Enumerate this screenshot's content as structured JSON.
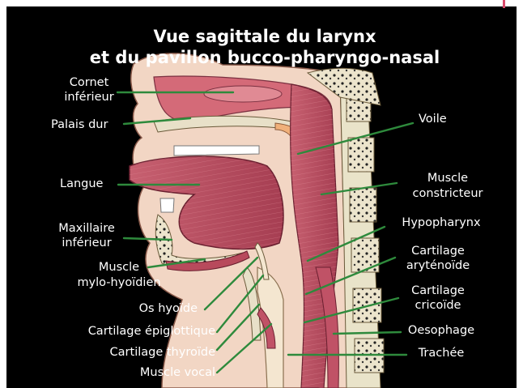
{
  "title": {
    "line1": "Vue sagittale du larynx",
    "line2": "et du pavillon bucco-pharyngo-nasal"
  },
  "labels": {
    "cornet_1": "Cornet",
    "cornet_2": "inférieur",
    "palais": "Palais dur",
    "langue": "Langue",
    "maxillaire_1": "Maxillaire",
    "maxillaire_2": "inférieur",
    "mylo_1": "Muscle",
    "mylo_2": "mylo-hyoïdien",
    "hyoide": "Os hyoïde",
    "epiglottique": "Cartilage épiglottique",
    "thyroide": "Cartilage thyroïde",
    "vocal": "Muscle vocal",
    "voile": "Voile",
    "constricteur_1": "Muscle",
    "constricteur_2": "constricteur",
    "hypopharynx": "Hypopharynx",
    "aryt_1": "Cartilage",
    "aryt_2": "aryténoïde",
    "crico_1": "Cartilage",
    "crico_2": "cricoïde",
    "oesophage": "Oesophage",
    "trachee": "Trachée"
  },
  "colors": {
    "background": "#000000",
    "label_text": "#ffffff",
    "leader_line": "#2e8a3c",
    "muscle": "#b84a5c",
    "skin": "#f2d6c4",
    "bone": "#e8e0c8",
    "frame_accent": "#d94a6b"
  }
}
